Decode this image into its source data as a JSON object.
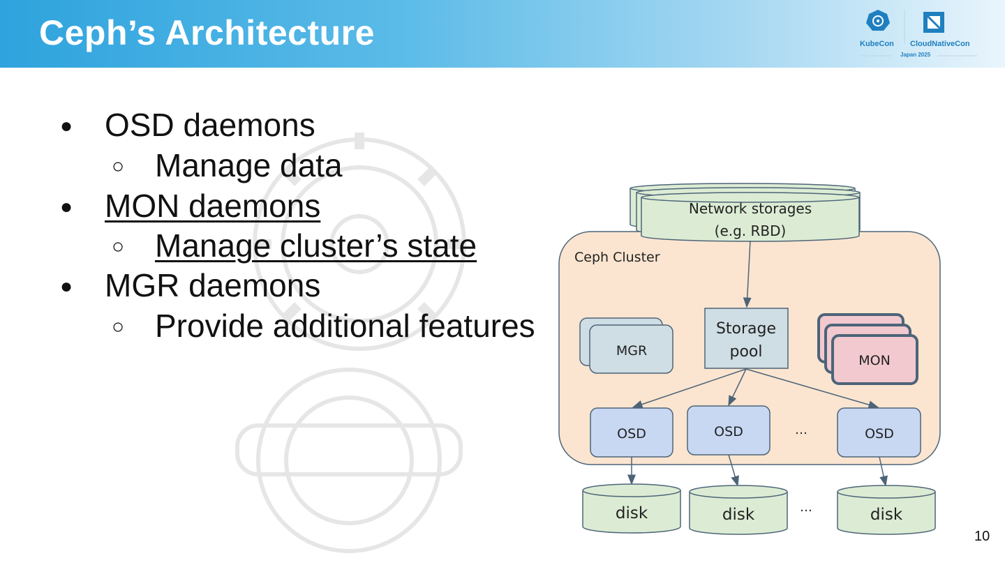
{
  "slide": {
    "title": "Ceph’s Architecture",
    "page_number": "10"
  },
  "logos": {
    "kubecon": "KubeCon",
    "cloudnativecon": "CloudNativeCon",
    "event": "Japan 2025",
    "brand_color": "#1f7fbf"
  },
  "bullets": [
    {
      "text": "OSD daemons",
      "level": 1,
      "marker": "●"
    },
    {
      "text": "Manage data",
      "level": 2,
      "marker": "○"
    },
    {
      "text": "MON daemons",
      "level": 1,
      "marker": "●",
      "underlined": true
    },
    {
      "text": "Manage cluster’s state",
      "level": 2,
      "marker": "○",
      "underlined": true
    },
    {
      "text": "MGR daemons",
      "level": 1,
      "marker": "●"
    },
    {
      "text": "Provide additional features",
      "level": 2,
      "marker": "○"
    }
  ],
  "diagram": {
    "network_storage_line1": "Network storages",
    "network_storage_line2": "(e.g. RBD)",
    "cluster_label": "Ceph Cluster",
    "mgr_label": "MGR",
    "storage_pool_line1": "Storage",
    "storage_pool_line2": "pool",
    "mon_label": "MON",
    "osd_labels": [
      "OSD",
      "OSD",
      "OSD"
    ],
    "disk_labels": [
      "disk",
      "disk",
      "disk"
    ],
    "ellipsis": "…",
    "colors": {
      "cluster_fill": "#fbe5d0",
      "storage_fill": "#dcecd4",
      "mgr_fill": "#cfdde4",
      "mon_fill": "#f2c9cf",
      "osd_fill": "#c8d8f2",
      "pool_fill": "#cfdde4",
      "stroke": "#4d6478"
    }
  }
}
